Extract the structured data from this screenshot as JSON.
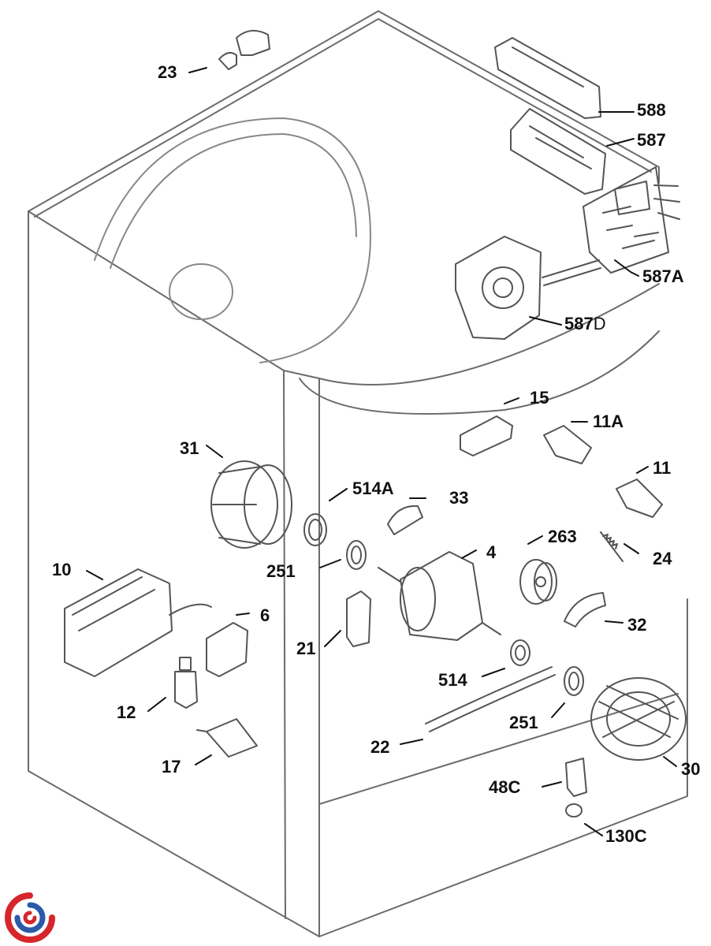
{
  "colors": {
    "line": "#6b6b6b",
    "part": "#555555",
    "label": "#111111",
    "logo_red": "#d7262b",
    "logo_blue": "#2a5aa8"
  },
  "labels": {
    "p23": "23",
    "p588": "588",
    "p587": "587",
    "p587a": "587A",
    "p587d_main": "587",
    "p587d_suffix": "D",
    "p15": "15",
    "p11a": "11A",
    "p11": "11",
    "p31": "31",
    "p514a": "514A",
    "p33": "33",
    "p263": "263",
    "p4": "4",
    "p24": "24",
    "p251a": "251",
    "p10": "10",
    "p6": "6",
    "p32": "32",
    "p21": "21",
    "p514": "514",
    "p12": "12",
    "p251b": "251",
    "p22": "22",
    "p17": "17",
    "p30": "30",
    "p48c": "48C",
    "p130c": "130C"
  },
  "icons": {
    "logo": "brand-swirl-icon"
  }
}
